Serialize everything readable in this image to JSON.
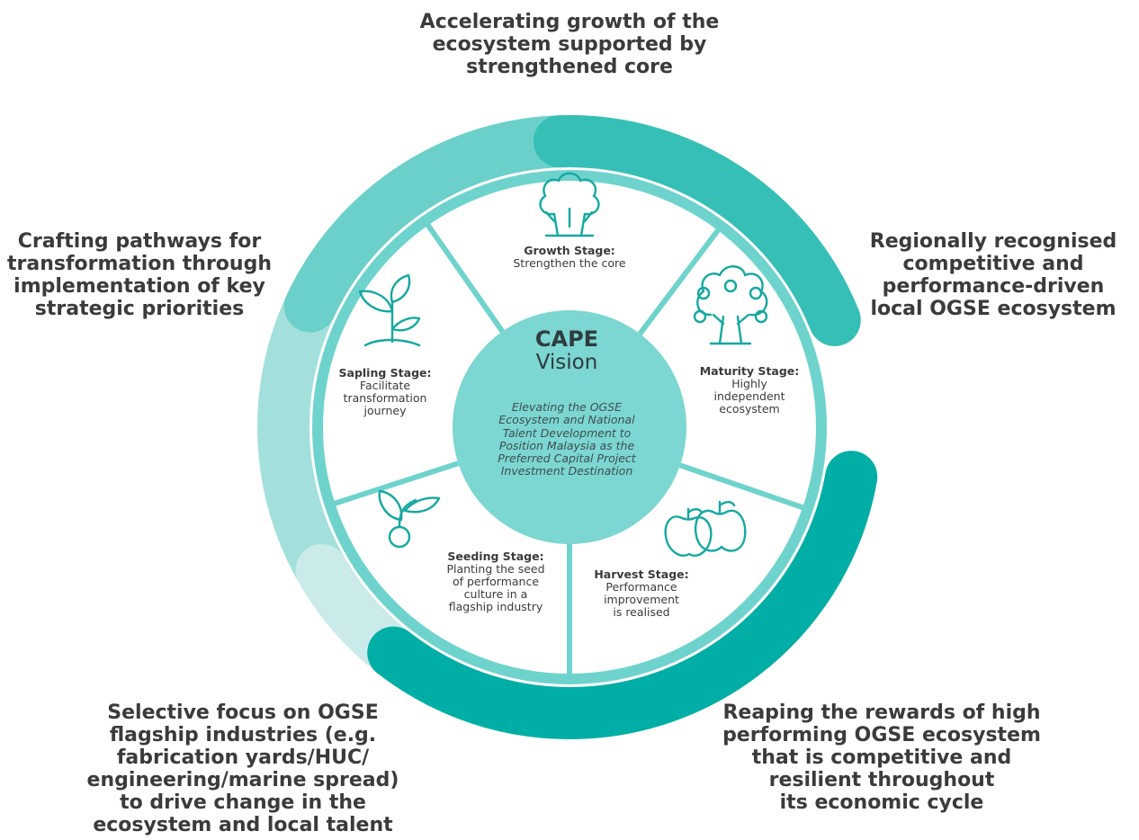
{
  "colors": {
    "ring_growth": "#6CD0CA",
    "ring_maturity": "#36BFB6",
    "ring_harvest": "#00AEA5",
    "ring_seeding": "#CBEBEA",
    "ring_sapling": "#A3E0DC",
    "inner_ring": "#6FD3CD",
    "center": "#7CD6D1",
    "icon": "#15A8A0"
  },
  "center": {
    "title": "CAPE",
    "subtitle": "Vision",
    "description": "Elevating the OGSE\nEcosystem and National\nTalent Development to\nPosition Malaysia as the\nPreferred Capital Project\nInvestment Destination"
  },
  "stages": [
    {
      "id": "growth",
      "title": "Growth Stage:",
      "desc": "Strengthen the core",
      "icon": "tree-icon"
    },
    {
      "id": "maturity",
      "title": "Maturity Stage:",
      "desc": "Highly\nindependent\necosystem",
      "icon": "fruit-tree-icon"
    },
    {
      "id": "harvest",
      "title": "Harvest Stage:",
      "desc": "Performance\nimprovement\nis realised",
      "icon": "apples-icon"
    },
    {
      "id": "seeding",
      "title": "Seeding Stage:",
      "desc": "Planting the seed\nof performance\nculture in a\nflagship industry",
      "icon": "seed-icon"
    },
    {
      "id": "sapling",
      "title": "Sapling Stage:",
      "desc": "Facilitate\ntransformation\njourney",
      "icon": "sapling-icon"
    }
  ],
  "outer_labels": {
    "top": "Accelerating growth of the\necosystem supported by\nstrengthened core",
    "right": "Regionally recognised\ncompetitive and\nperformance-driven\nlocal OGSE ecosystem",
    "bottom_right": "Reaping the rewards of high\nperforming OGSE ecosystem\nthat is competitive and\nresilient throughout\nits economic cycle",
    "bottom_left": "Selective focus on OGSE\nflagship industries (e.g.\nfabrication yards/HUC/\nengineering/marine spread)\nto drive change in the\necosystem and local talent",
    "left": "Crafting pathways for\ntransformation through\nimplementation of key\nstrategic priorities"
  }
}
